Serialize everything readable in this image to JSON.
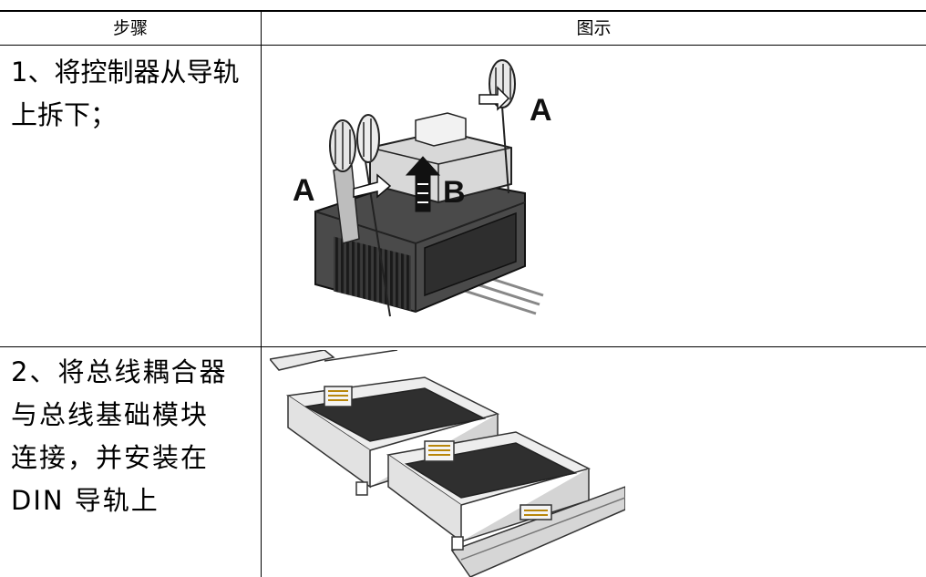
{
  "table": {
    "headers": {
      "step": "步骤",
      "figure": "图示"
    },
    "rows": [
      {
        "step_lines": [
          "1、将控制器从导轨",
          "上拆下；"
        ],
        "figure_labels": {
          "a_left": "A",
          "a_right": "A",
          "b": "B"
        }
      },
      {
        "step_lines": [
          "2、将总线耦合器",
          "与总线基础模块",
          "连接，并安装在",
          "DIN 导轨上"
        ]
      }
    ]
  }
}
